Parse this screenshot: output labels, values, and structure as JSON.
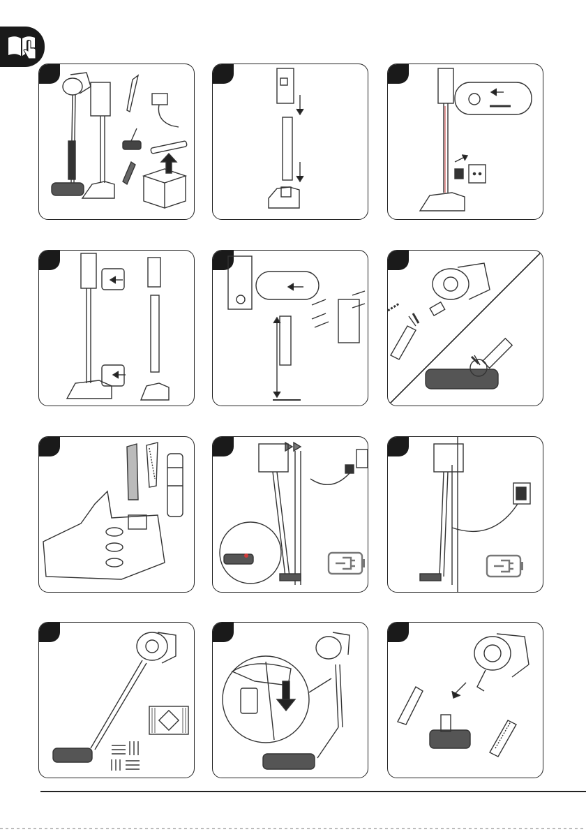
{
  "page": {
    "icon": "manual-touch-icon",
    "accent": "#1a1a1a",
    "highlight": "#d23a3a"
  },
  "panels": [
    {
      "id": "1",
      "badge": "",
      "icons": [
        "stick-vacuum",
        "docking-stand",
        "crevice-tool",
        "charger",
        "mini-brush",
        "extension-tube",
        "brush-tool",
        "unbox-icon"
      ]
    },
    {
      "id": "2",
      "badge": "",
      "icons": [
        "stand-top",
        "stand-tube",
        "stand-base",
        "arrow-down"
      ]
    },
    {
      "id": "3",
      "badge": "",
      "icons": [
        "assembled-stand",
        "cable-route-zoom",
        "wall-socket",
        "adapter"
      ]
    },
    {
      "id": "4",
      "badge": "",
      "icons": [
        "stand-assembled",
        "clip-zoom",
        "stand-parts"
      ]
    },
    {
      "id": "5",
      "badge": "",
      "icons": [
        "wall-bracket",
        "screws",
        "wall-plugs",
        "height-arrow"
      ]
    },
    {
      "id": "6",
      "badge": "",
      "icons": [
        "vacuum-body",
        "tube-connect",
        "floor-head"
      ]
    },
    {
      "id": "7",
      "badge": "",
      "icons": [
        "accessory-base",
        "crevice-tool",
        "dusting-brush",
        "filter"
      ]
    },
    {
      "id": "8",
      "badge": "",
      "icons": [
        "vacuum-on-stand",
        "wall-socket",
        "battery-charging-icon"
      ]
    },
    {
      "id": "9",
      "badge": "",
      "icons": [
        "vacuum-on-stand",
        "wall-charger",
        "battery-charging-icon"
      ]
    },
    {
      "id": "10",
      "badge": "",
      "icons": [
        "stick-vacuum",
        "carpet-icon",
        "hard-floor-icon"
      ]
    },
    {
      "id": "11",
      "badge": "",
      "icons": [
        "stick-vacuum",
        "release-button-zoom",
        "arrow-down"
      ]
    },
    {
      "id": "12",
      "badge": "",
      "icons": [
        "handheld-vacuum",
        "crevice-tool",
        "mini-brush",
        "brush-tool"
      ]
    }
  ]
}
